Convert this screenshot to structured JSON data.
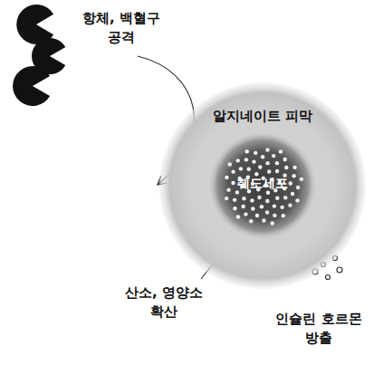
{
  "diagram": {
    "nodes": [
      {
        "text": [
          "알지네이트 피막"
        ]
      },
      {
        "text": [
          "췌도세포"
        ],
        "in": 0
      }
    ],
    "labels": [
      "항체, 백혈구 공격",
      "산소, 영양소 확산",
      "인슐린 호르몬 방출"
    ]
  }
}
